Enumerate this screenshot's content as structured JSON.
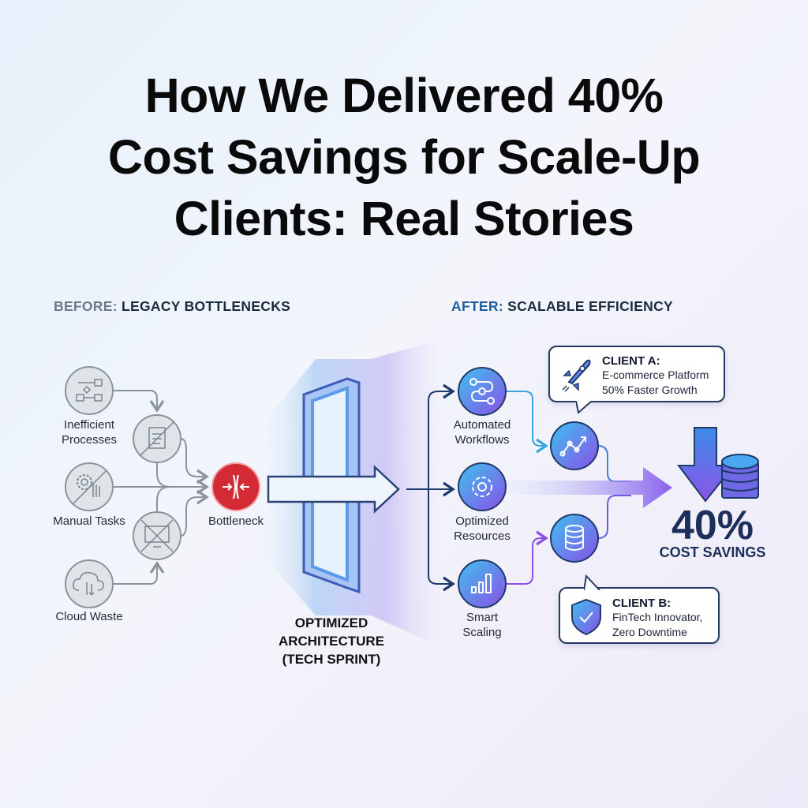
{
  "title": {
    "line1": "How We Delivered 40%",
    "line2": "Cost Savings for Scale-Up",
    "line3": "Clients: Real Stories"
  },
  "before": {
    "prefix": "BEFORE:",
    "label": "LEGACY BOTTLENECKS",
    "items": [
      {
        "label_1": "Inefficient",
        "label_2": "Processes",
        "icon": "flowchart-icon"
      },
      {
        "label": "Manual Tasks",
        "icon": "gear-hand-icon"
      },
      {
        "label": "Cloud Waste",
        "icon": "cloud-icon"
      }
    ],
    "bottleneck": "Bottleneck"
  },
  "center": {
    "line1": "OPTIMIZED",
    "line2": "ARCHITECTURE",
    "line3": "(TECH SPRINT)"
  },
  "after": {
    "prefix": "AFTER:",
    "label": "SCALABLE EFFICIENCY",
    "items": [
      {
        "label_1": "Automated",
        "label_2": "Workflows",
        "icon": "workflow-icon"
      },
      {
        "label_1": "Optimized",
        "label_2": "Resources",
        "icon": "gear-icon"
      },
      {
        "label_1": "Smart",
        "label_2": "Scaling",
        "icon": "bar-chart-icon"
      }
    ]
  },
  "client_a": {
    "title": "CLIENT A:",
    "line1": "E-commerce Platform",
    "line2": "50% Faster Growth"
  },
  "client_b": {
    "title": "CLIENT B:",
    "line1": "FinTech Innovator,",
    "line2": "Zero Downtime"
  },
  "result": {
    "value": "40%",
    "label": "COST SAVINGS"
  },
  "colors": {
    "navy": "#1b2f5a",
    "red": "#d42a35",
    "blue": "#3a7fe0",
    "purple": "#8a4fe6",
    "gray": "#8a949c"
  }
}
